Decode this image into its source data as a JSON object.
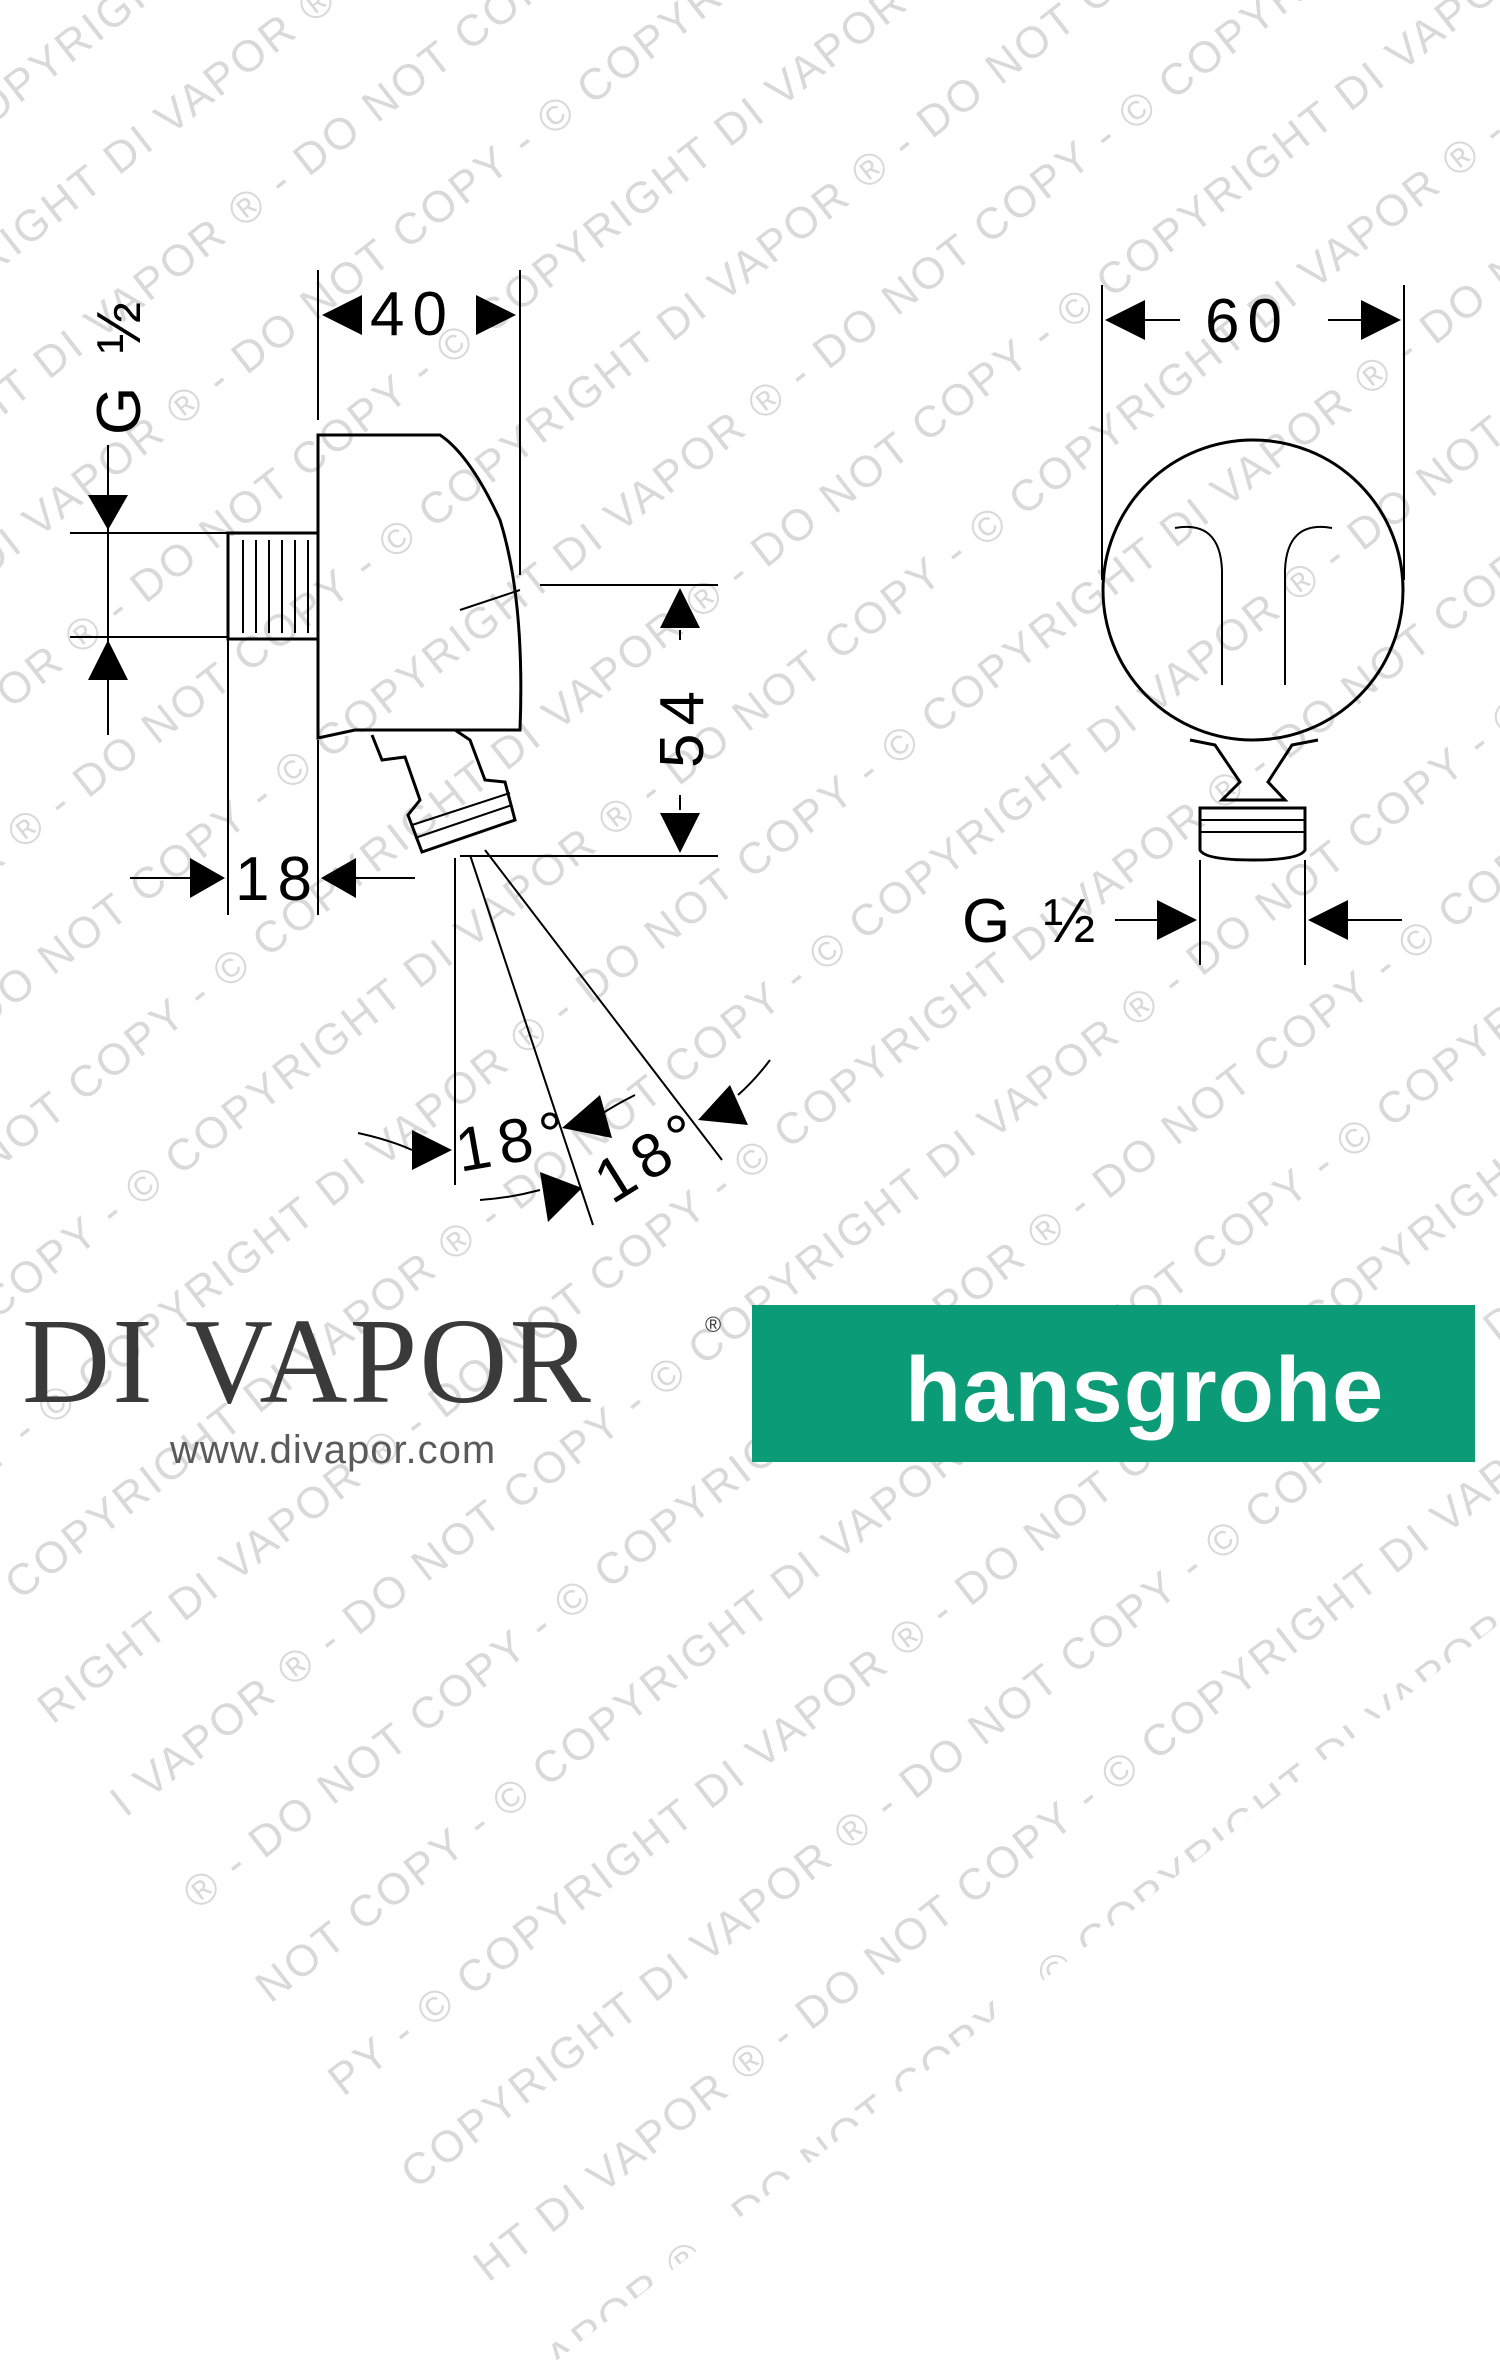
{
  "watermark": {
    "text": "© COPYRIGHT DI VAPOR ® - DO NOT COPY - "
  },
  "side_view": {
    "width_label": "40",
    "thread_label": "G ½",
    "offset_label": "18",
    "height_label": "54",
    "angle_label_1": "18°",
    "angle_label_2": "18°"
  },
  "front_view": {
    "width_label": "60",
    "thread_label": "G ½"
  },
  "branding": {
    "left_logo": "DI VAPOR",
    "registered_mark": "®",
    "website": "www.divapor.com",
    "right_logo": "hansgrohe",
    "right_logo_bg": "#0b9b76"
  }
}
